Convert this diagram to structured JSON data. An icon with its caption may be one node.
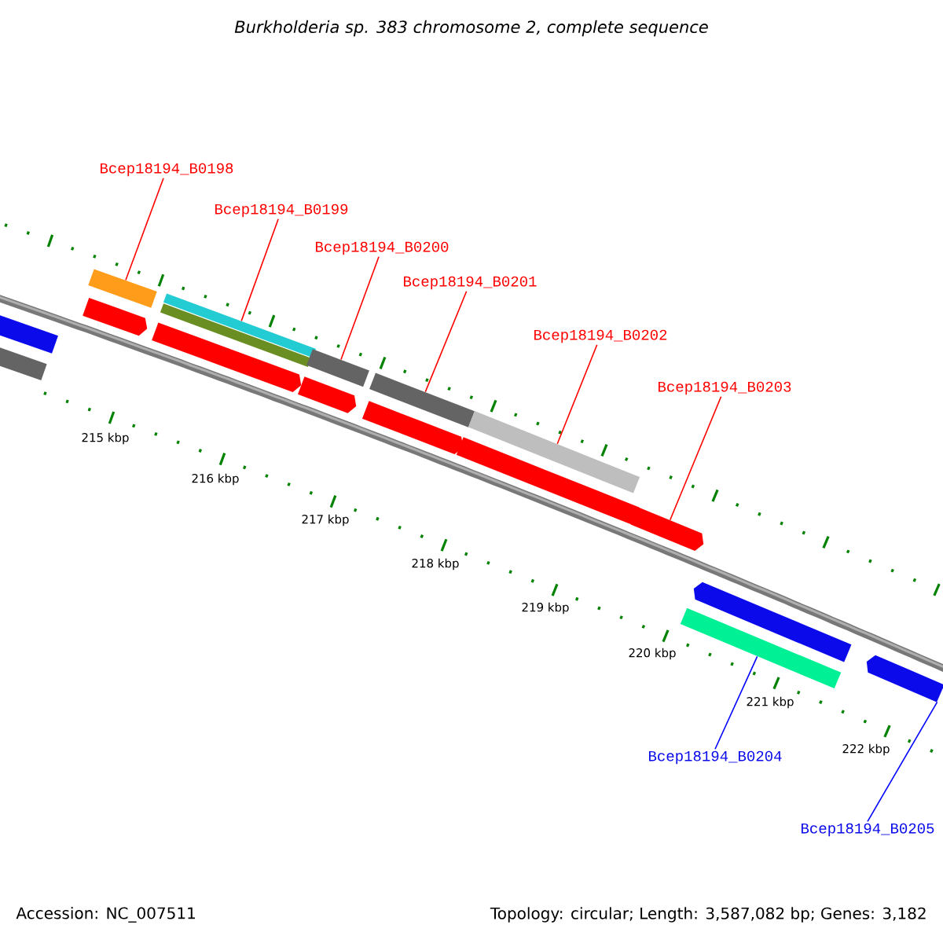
{
  "diagram": {
    "title": "Burkholderia sp. 383 chromosome 2, complete sequence",
    "nodes": [
      {
        "text": [
          "Bcep18194_B0198"
        ]
      },
      {
        "text": [
          "Bcep18194_B0199"
        ]
      },
      {
        "text": [
          "Bcep18194_B0200"
        ]
      },
      {
        "text": [
          "Bcep18194_B0201"
        ]
      },
      {
        "text": [
          "Bcep18194_B0202"
        ]
      },
      {
        "text": [
          "Bcep18194_B0203"
        ]
      },
      {
        "text": [
          "Bcep18194_B0204"
        ]
      },
      {
        "text": [
          "Bcep18194_B0205"
        ]
      },
      {
        "text": [],
        "shape": "bar"
      },
      {
        "text": [],
        "shape": "bar"
      },
      {
        "text": [],
        "shape": "bar"
      },
      {
        "text": [],
        "shape": "bar"
      },
      {
        "text": [],
        "shape": "bar"
      },
      {
        "text": [],
        "shape": "bar"
      },
      {
        "text": [],
        "shape": "bar"
      },
      {
        "text": [],
        "shape": "bar"
      },
      {
        "text": [],
        "shape": "bar"
      },
      {
        "text": [],
        "shape": "bar"
      },
      {
        "text": [],
        "shape": "bar"
      },
      {
        "text": [],
        "shape": "bar"
      },
      {
        "text": [],
        "shape": "bar"
      },
      {
        "text": [],
        "shape": "bar"
      },
      {
        "text": [],
        "shape": "bar"
      },
      {
        "text": [],
        "shape": "bar"
      },
      {
        "text": [],
        "shape": "bar"
      }
    ],
    "edges": [
      {
        "from": 0,
        "to": 11,
        "arrow": "none"
      },
      {
        "from": 1,
        "to": 14,
        "arrow": "none"
      },
      {
        "from": 2,
        "to": 16,
        "arrow": "none"
      },
      {
        "from": 3,
        "to": 18,
        "arrow": "none"
      },
      {
        "from": 4,
        "to": 20,
        "arrow": "none"
      },
      {
        "from": 5,
        "to": 21,
        "arrow": "none"
      },
      {
        "from": 6,
        "to": 22,
        "arrow": "none",
        "color": "#0000ff"
      },
      {
        "from": 7,
        "to": 24,
        "arrow": "none",
        "color": "#0000ff"
      }
    ],
    "labels": [
      "215 kbp",
      "216 kbp",
      "217 kbp",
      "218 kbp",
      "219 kbp",
      "220 kbp",
      "221 kbp",
      "222 kbp",
      "Accession: NC_007511",
      "Topology: circular; Length: 3,587,082 bp; Genes: 3,182"
    ]
  }
}
